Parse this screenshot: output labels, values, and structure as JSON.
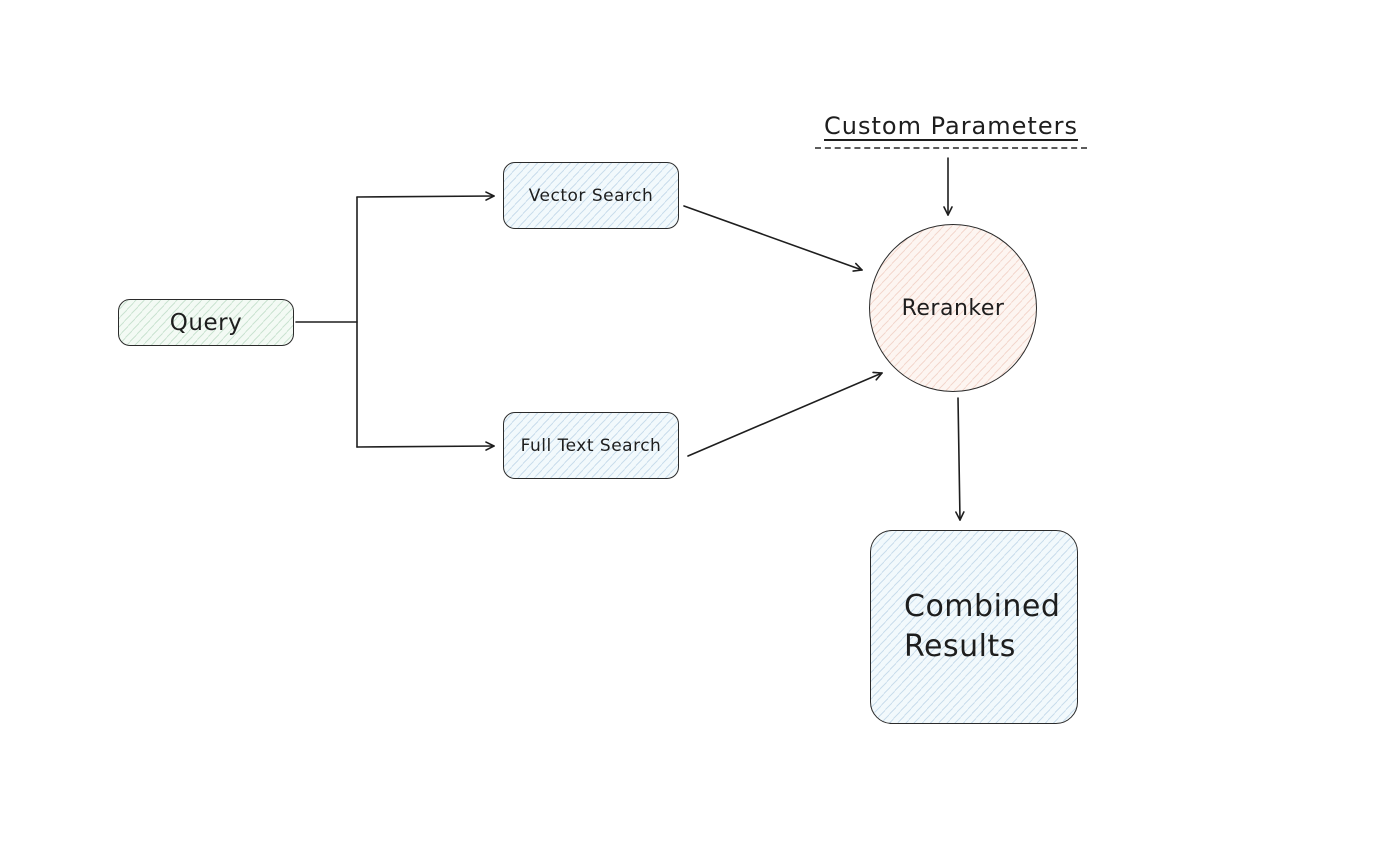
{
  "diagram": {
    "nodes": {
      "query": {
        "label": "Query",
        "fill": "#f3faf4",
        "shape": "rounded-rect"
      },
      "vector_search": {
        "label": "Vector Search",
        "fill": "#f2f9fc",
        "shape": "rounded-rect"
      },
      "full_text_search": {
        "label": "Full Text Search",
        "fill": "#f2f9fc",
        "shape": "rounded-rect"
      },
      "reranker": {
        "label": "Reranker",
        "fill": "#fdf5f1",
        "shape": "circle"
      },
      "combined_results": {
        "label": "Combined Results",
        "fill": "#f2f9fc",
        "shape": "rounded-rect"
      }
    },
    "annotations": {
      "custom_parameters": {
        "label": "Custom Parameters"
      }
    },
    "edges": [
      {
        "from": "query",
        "to": "vector_search"
      },
      {
        "from": "query",
        "to": "full_text_search"
      },
      {
        "from": "vector_search",
        "to": "reranker"
      },
      {
        "from": "full_text_search",
        "to": "reranker"
      },
      {
        "from": "custom_parameters",
        "to": "reranker"
      },
      {
        "from": "reranker",
        "to": "combined_results"
      }
    ],
    "colors": {
      "stroke": "#1e1e1e",
      "background": "#ffffff"
    }
  }
}
